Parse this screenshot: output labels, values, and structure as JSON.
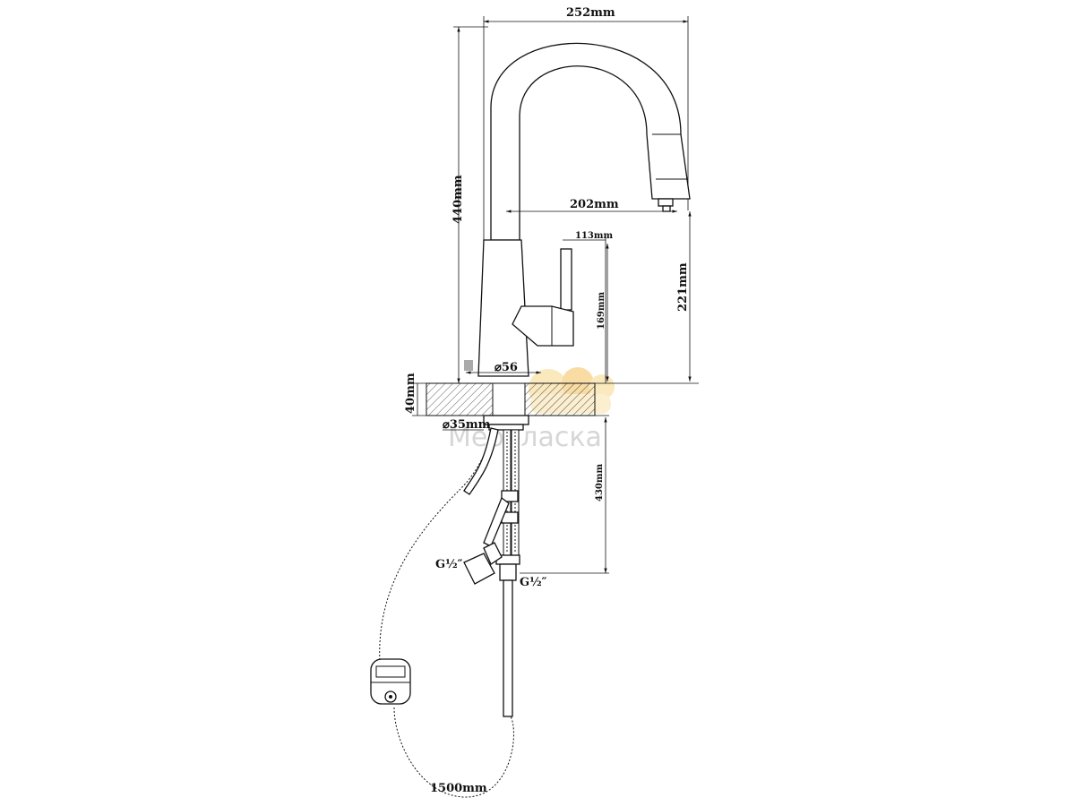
{
  "diagram": {
    "dimensions": {
      "total_width": "252mm",
      "total_height": "440mm",
      "spout_reach": "202mm",
      "spout_height": "221mm",
      "handle_offset": "113mm",
      "handle_height": "169mm",
      "base_diameter": "⌀56",
      "countertop_thickness": "40mm",
      "hole_diameter": "⌀35mm",
      "hose_below": "430mm",
      "pull_out_hose_length": "1500mm",
      "thread_main": "G½″",
      "thread_side": "G½″"
    },
    "watermark": {
      "text": "Мебеласка",
      "colors": {
        "logo": "#f5c15a",
        "text": "#d6d6d6"
      }
    },
    "icons": [
      "faucet-body",
      "handle",
      "spray-head",
      "weight-clip",
      "hose-connector"
    ]
  }
}
